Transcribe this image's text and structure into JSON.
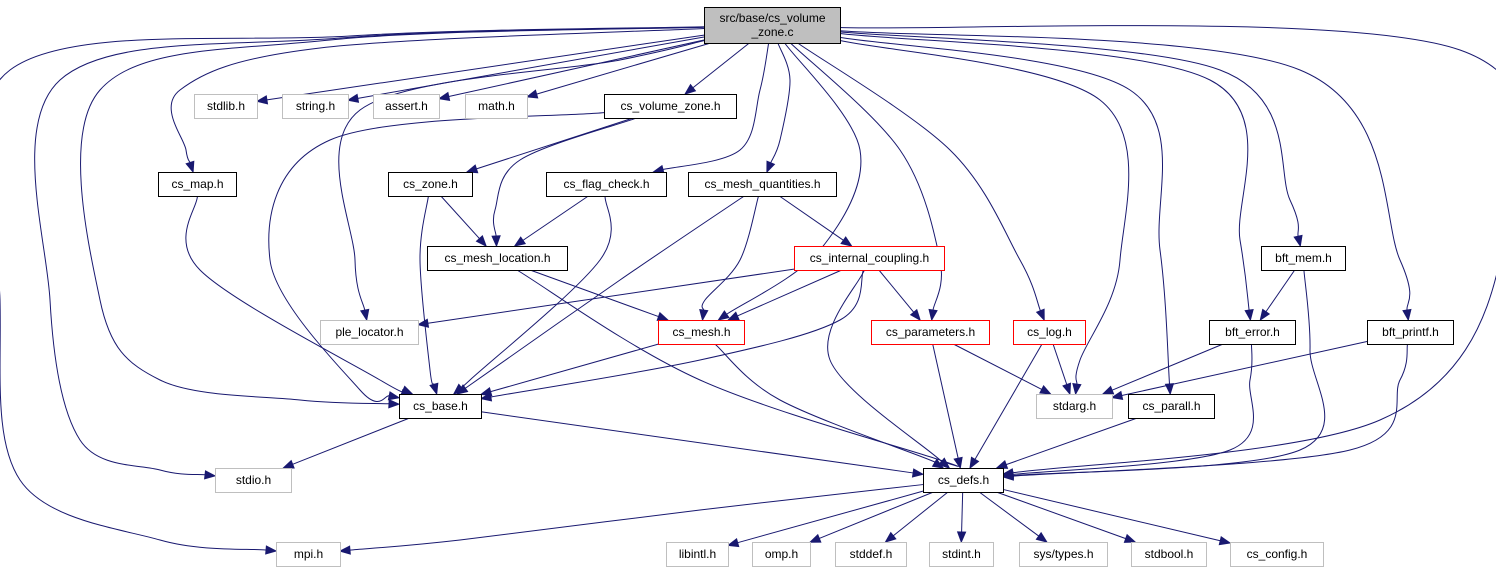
{
  "colors": {
    "edge": "#191970",
    "root_fill": "#bfbfbf",
    "normal_border": "#000000",
    "partial_border": "#ff0000",
    "external_border": "#bfbfbf",
    "text": "#000000"
  },
  "graph": {
    "root": "n_root",
    "nodes": [
      {
        "id": "n_root",
        "lines": [
          "src/base/cs_volume",
          "_zone.c"
        ],
        "kind": "root"
      },
      {
        "id": "n_stdlib",
        "lines": [
          "stdlib.h"
        ],
        "kind": "external"
      },
      {
        "id": "n_string",
        "lines": [
          "string.h"
        ],
        "kind": "external"
      },
      {
        "id": "n_assert",
        "lines": [
          "assert.h"
        ],
        "kind": "external"
      },
      {
        "id": "n_math",
        "lines": [
          "math.h"
        ],
        "kind": "external"
      },
      {
        "id": "n_vzone",
        "lines": [
          "cs_volume_zone.h"
        ],
        "kind": "normal"
      },
      {
        "id": "n_map",
        "lines": [
          "cs_map.h"
        ],
        "kind": "normal"
      },
      {
        "id": "n_zone",
        "lines": [
          "cs_zone.h"
        ],
        "kind": "normal"
      },
      {
        "id": "n_flag",
        "lines": [
          "cs_flag_check.h"
        ],
        "kind": "normal"
      },
      {
        "id": "n_mq",
        "lines": [
          "cs_mesh_quantities.h"
        ],
        "kind": "normal"
      },
      {
        "id": "n_ml",
        "lines": [
          "cs_mesh_location.h"
        ],
        "kind": "normal"
      },
      {
        "id": "n_ic",
        "lines": [
          "cs_internal_coupling.h"
        ],
        "kind": "partial"
      },
      {
        "id": "n_bftmem",
        "lines": [
          "bft_mem.h"
        ],
        "kind": "normal"
      },
      {
        "id": "n_ple",
        "lines": [
          "ple_locator.h"
        ],
        "kind": "external"
      },
      {
        "id": "n_mesh",
        "lines": [
          "cs_mesh.h"
        ],
        "kind": "partial"
      },
      {
        "id": "n_params",
        "lines": [
          "cs_parameters.h"
        ],
        "kind": "partial"
      },
      {
        "id": "n_log",
        "lines": [
          "cs_log.h"
        ],
        "kind": "partial"
      },
      {
        "id": "n_bfterr",
        "lines": [
          "bft_error.h"
        ],
        "kind": "normal"
      },
      {
        "id": "n_bftprintf",
        "lines": [
          "bft_printf.h"
        ],
        "kind": "normal"
      },
      {
        "id": "n_base",
        "lines": [
          "cs_base.h"
        ],
        "kind": "normal"
      },
      {
        "id": "n_stdarg",
        "lines": [
          "stdarg.h"
        ],
        "kind": "external"
      },
      {
        "id": "n_parall",
        "lines": [
          "cs_parall.h"
        ],
        "kind": "normal"
      },
      {
        "id": "n_stdio",
        "lines": [
          "stdio.h"
        ],
        "kind": "external"
      },
      {
        "id": "n_defs",
        "lines": [
          "cs_defs.h"
        ],
        "kind": "normal"
      },
      {
        "id": "n_mpi",
        "lines": [
          "mpi.h"
        ],
        "kind": "external"
      },
      {
        "id": "n_libintl",
        "lines": [
          "libintl.h"
        ],
        "kind": "external"
      },
      {
        "id": "n_omp",
        "lines": [
          "omp.h"
        ],
        "kind": "external"
      },
      {
        "id": "n_stddef",
        "lines": [
          "stddef.h"
        ],
        "kind": "external"
      },
      {
        "id": "n_stdint",
        "lines": [
          "stdint.h"
        ],
        "kind": "external"
      },
      {
        "id": "n_systypes",
        "lines": [
          "sys/types.h"
        ],
        "kind": "external"
      },
      {
        "id": "n_stdbool",
        "lines": [
          "stdbool.h"
        ],
        "kind": "external"
      },
      {
        "id": "n_config",
        "lines": [
          "cs_config.h"
        ],
        "kind": "external"
      }
    ],
    "edges": [
      {
        "from": "n_root",
        "to": "n_stdlib"
      },
      {
        "from": "n_root",
        "to": "n_string"
      },
      {
        "from": "n_root",
        "to": "n_assert"
      },
      {
        "from": "n_root",
        "to": "n_math"
      },
      {
        "from": "n_root",
        "to": "n_vzone"
      },
      {
        "from": "n_root",
        "to": "n_map"
      },
      {
        "from": "n_root",
        "to": "n_flag"
      },
      {
        "from": "n_root",
        "to": "n_mq"
      },
      {
        "from": "n_root",
        "to": "n_ple"
      },
      {
        "from": "n_root",
        "to": "n_mesh"
      },
      {
        "from": "n_root",
        "to": "n_params"
      },
      {
        "from": "n_root",
        "to": "n_log"
      },
      {
        "from": "n_root",
        "to": "n_base"
      },
      {
        "from": "n_root",
        "to": "n_stdarg"
      },
      {
        "from": "n_root",
        "to": "n_parall"
      },
      {
        "from": "n_root",
        "to": "n_bftmem"
      },
      {
        "from": "n_root",
        "to": "n_bfterr"
      },
      {
        "from": "n_root",
        "to": "n_bftprintf"
      },
      {
        "from": "n_root",
        "to": "n_defs"
      },
      {
        "from": "n_root",
        "to": "n_stdio"
      },
      {
        "from": "n_root",
        "to": "n_mpi"
      },
      {
        "from": "n_vzone",
        "to": "n_zone"
      },
      {
        "from": "n_vzone",
        "to": "n_ml"
      },
      {
        "from": "n_vzone",
        "to": "n_base"
      },
      {
        "from": "n_map",
        "to": "n_base"
      },
      {
        "from": "n_zone",
        "to": "n_ml"
      },
      {
        "from": "n_zone",
        "to": "n_base"
      },
      {
        "from": "n_flag",
        "to": "n_ml"
      },
      {
        "from": "n_flag",
        "to": "n_base"
      },
      {
        "from": "n_mq",
        "to": "n_ic"
      },
      {
        "from": "n_mq",
        "to": "n_mesh"
      },
      {
        "from": "n_mq",
        "to": "n_base"
      },
      {
        "from": "n_ml",
        "to": "n_mesh"
      },
      {
        "from": "n_ml",
        "to": "n_defs"
      },
      {
        "from": "n_ic",
        "to": "n_ple"
      },
      {
        "from": "n_ic",
        "to": "n_mesh"
      },
      {
        "from": "n_ic",
        "to": "n_params"
      },
      {
        "from": "n_ic",
        "to": "n_base"
      },
      {
        "from": "n_ic",
        "to": "n_defs"
      },
      {
        "from": "n_mesh",
        "to": "n_base"
      },
      {
        "from": "n_mesh",
        "to": "n_defs"
      },
      {
        "from": "n_params",
        "to": "n_stdarg"
      },
      {
        "from": "n_params",
        "to": "n_defs"
      },
      {
        "from": "n_log",
        "to": "n_stdarg"
      },
      {
        "from": "n_log",
        "to": "n_defs"
      },
      {
        "from": "n_bftmem",
        "to": "n_bfterr"
      },
      {
        "from": "n_bftmem",
        "to": "n_defs"
      },
      {
        "from": "n_bfterr",
        "to": "n_stdarg"
      },
      {
        "from": "n_bfterr",
        "to": "n_defs"
      },
      {
        "from": "n_bftprintf",
        "to": "n_stdarg"
      },
      {
        "from": "n_bftprintf",
        "to": "n_defs"
      },
      {
        "from": "n_base",
        "to": "n_stdio"
      },
      {
        "from": "n_base",
        "to": "n_defs"
      },
      {
        "from": "n_parall",
        "to": "n_defs"
      },
      {
        "from": "n_defs",
        "to": "n_mpi"
      },
      {
        "from": "n_defs",
        "to": "n_libintl"
      },
      {
        "from": "n_defs",
        "to": "n_omp"
      },
      {
        "from": "n_defs",
        "to": "n_stddef"
      },
      {
        "from": "n_defs",
        "to": "n_stdint"
      },
      {
        "from": "n_defs",
        "to": "n_systypes"
      },
      {
        "from": "n_defs",
        "to": "n_stdbool"
      },
      {
        "from": "n_defs",
        "to": "n_config"
      }
    ]
  }
}
